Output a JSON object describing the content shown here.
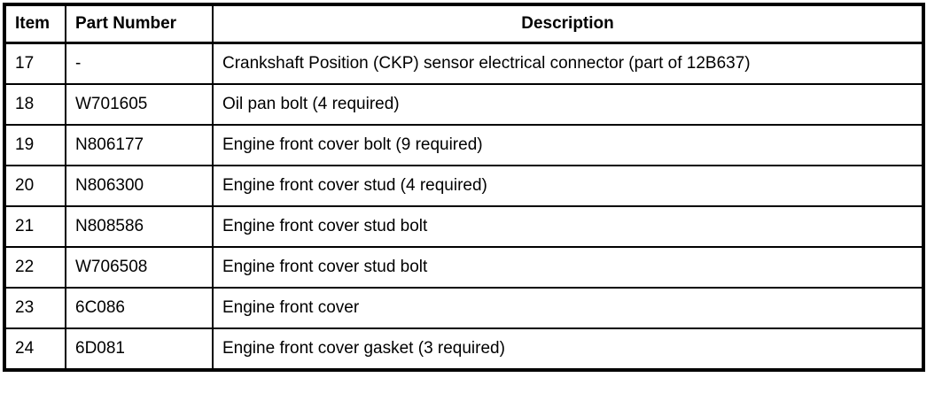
{
  "colors": {
    "border": "#000000",
    "text": "#000000",
    "background": "#ffffff"
  },
  "table": {
    "headers": {
      "item": "Item",
      "part_number": "Part Number",
      "description": "Description"
    },
    "rows": [
      {
        "item": "17",
        "part_number": "-",
        "description": "Crankshaft Position (CKP) sensor electrical connector (part of 12B637)"
      },
      {
        "item": "18",
        "part_number": "W701605",
        "description": "Oil pan bolt (4 required)"
      },
      {
        "item": "19",
        "part_number": "N806177",
        "description": "Engine front cover bolt (9 required)"
      },
      {
        "item": "20",
        "part_number": "N806300",
        "description": "Engine front cover stud (4 required)"
      },
      {
        "item": "21",
        "part_number": "N808586",
        "description": "Engine front cover stud bolt"
      },
      {
        "item": "22",
        "part_number": "W706508",
        "description": "Engine front cover stud bolt"
      },
      {
        "item": "23",
        "part_number": "6C086",
        "description": "Engine front cover"
      },
      {
        "item": "24",
        "part_number": "6D081",
        "description": "Engine front cover gasket (3 required)"
      }
    ]
  }
}
